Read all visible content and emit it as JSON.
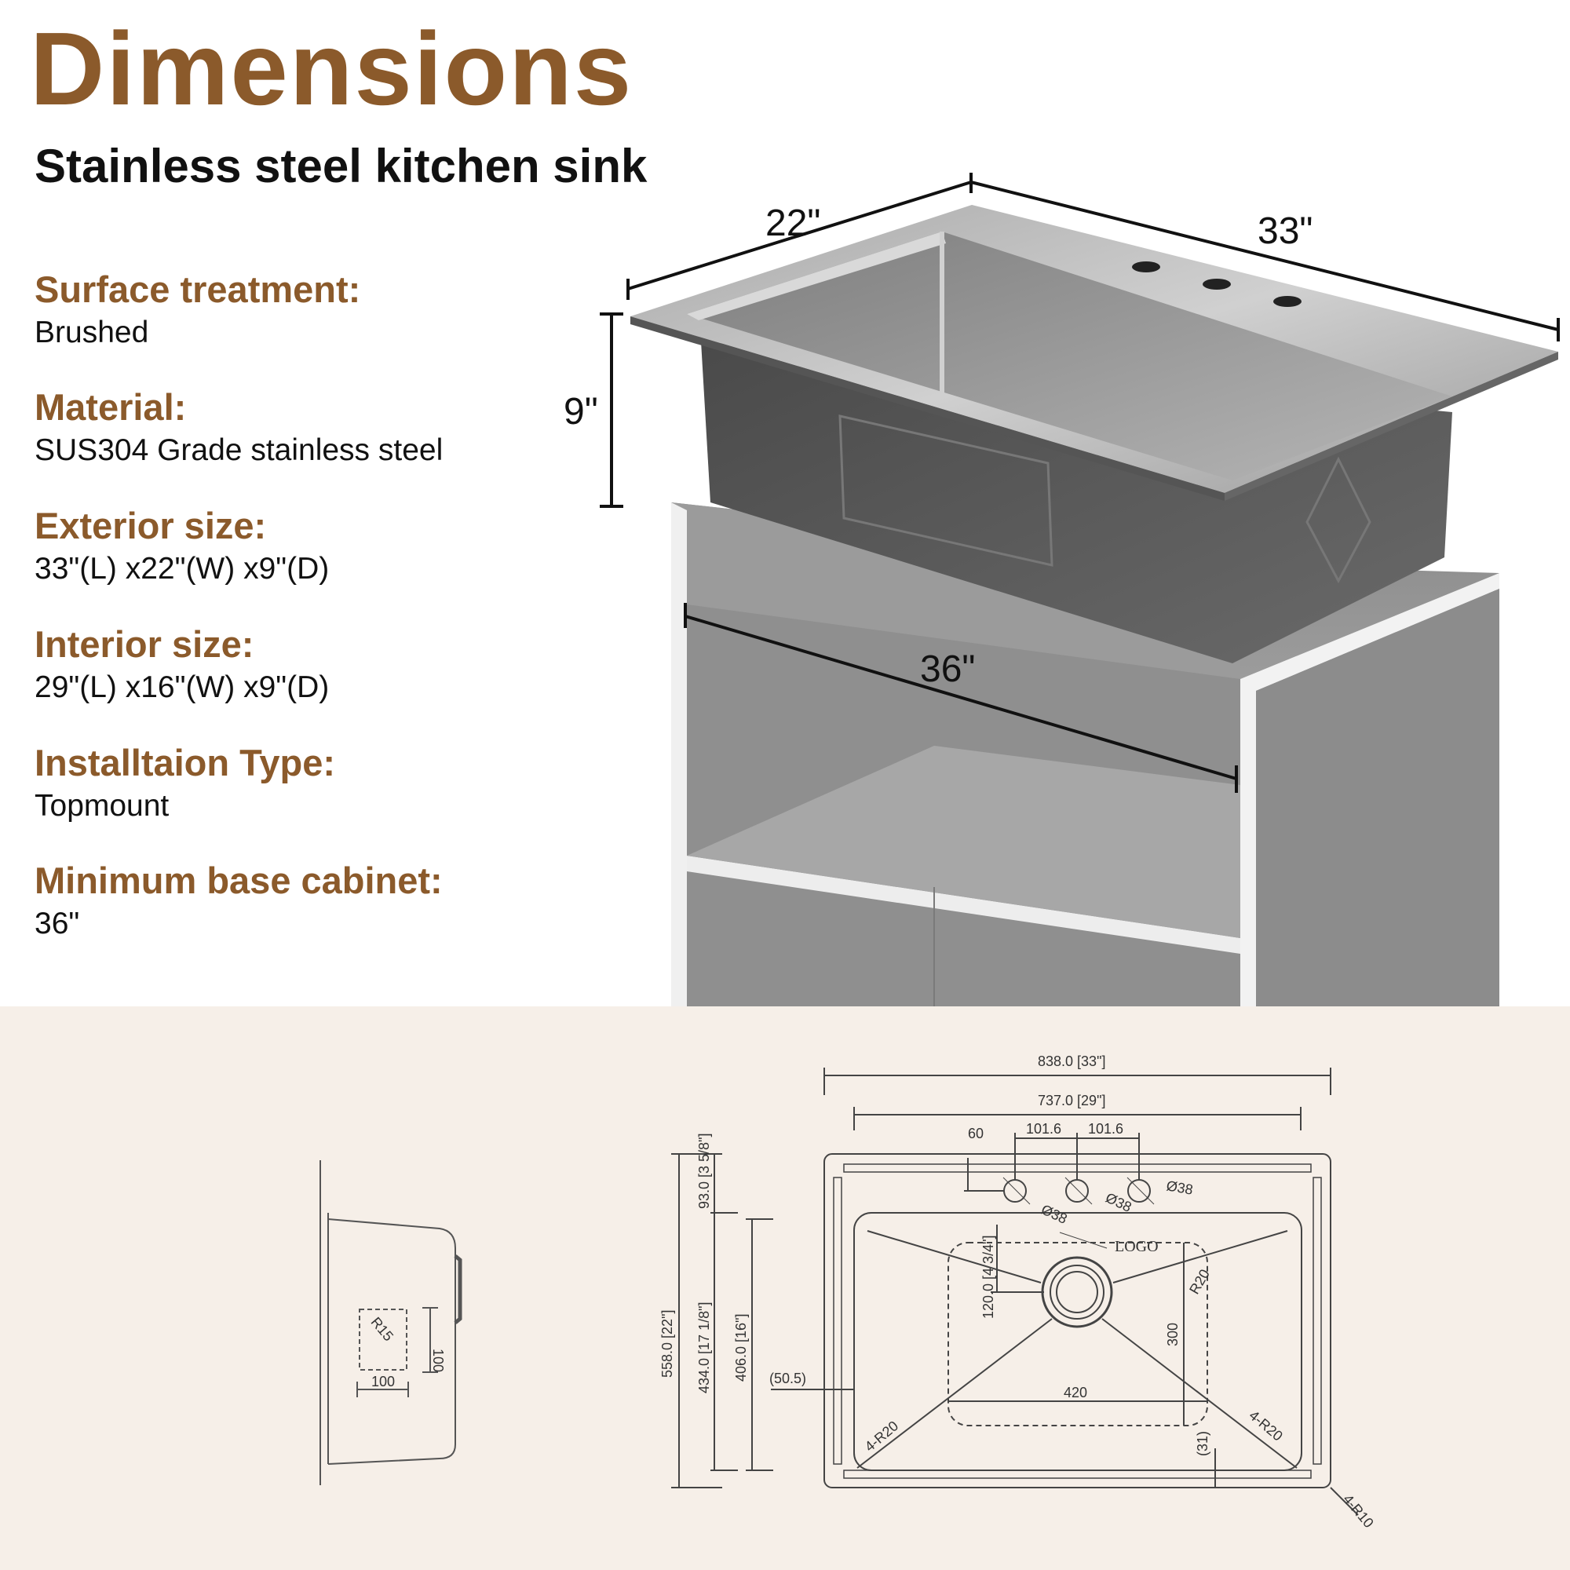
{
  "title": "Dimensions",
  "subtitle": "Stainless steel kitchen sink",
  "specs": [
    {
      "label": "Surface treatment:",
      "value": "Brushed"
    },
    {
      "label": "Material:",
      "value": "SUS304 Grade stainless steel"
    },
    {
      "label": "Exterior size:",
      "value": "33\"(L) x22\"(W) x9\"(D)"
    },
    {
      "label": "Interior size:",
      "value": "29\"(L) x16\"(W) x9\"(D)"
    },
    {
      "label": "Installtaion Type:",
      "value": "Topmount"
    },
    {
      "label": "Minimum base cabinet:",
      "value": "36\""
    }
  ],
  "render_dims": {
    "width": "22\"",
    "length": "33\"",
    "depth": "9\"",
    "cabinet": "36\""
  },
  "drawing": {
    "overall_length": "838.0 [33\"]",
    "inner_length": "737.0 [29\"]",
    "hole_offset": "60",
    "hole_spacing_1": "101.6",
    "hole_spacing_2": "101.6",
    "hole_dia_1": "Ø38",
    "hole_dia_2": "Ø38",
    "hole_dia_3": "Ø38",
    "logo": "LOGO",
    "drain_offset": "120.0 [4 3/4\"]",
    "corner_r": "R20",
    "overall_width": "558.0 [22\"]",
    "deck_depth": "93.0 [3 5/8\"]",
    "inner_width_a": "434.0 [17 1/8\"]",
    "inner_width_b": "406.0 [16\"]",
    "side_margin": "(50.5)",
    "basin_length": "420",
    "basin_width": "300",
    "radius_left": "4-R20",
    "radius_right": "4-R20",
    "front_margin": "(31)",
    "outer_radius": "4-R10",
    "side_radius": "R15",
    "side_100_h": "100",
    "side_100_v": "100"
  }
}
